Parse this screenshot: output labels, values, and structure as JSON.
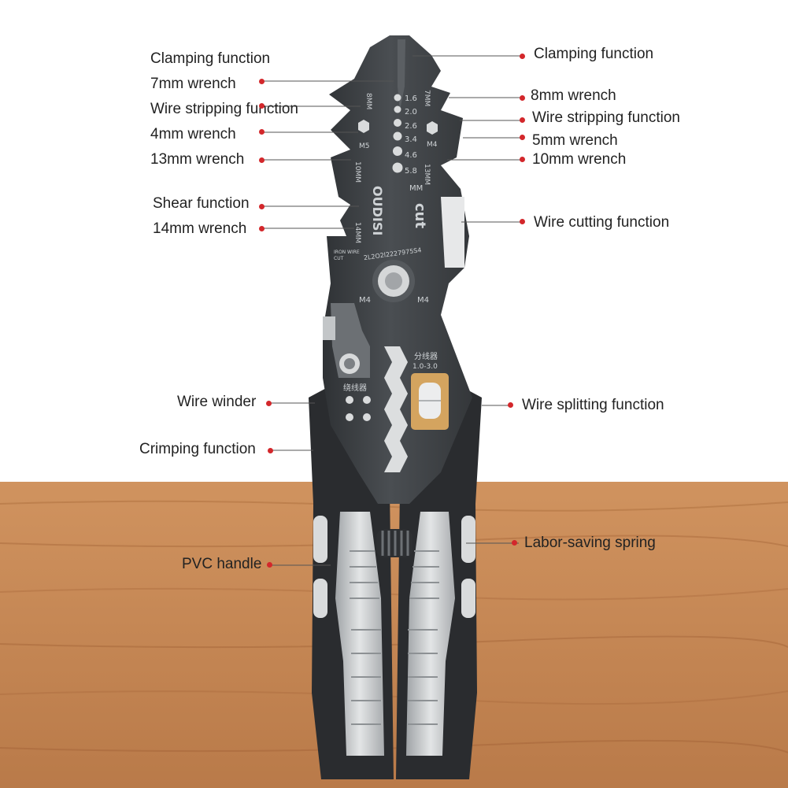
{
  "colors": {
    "background": "#ffffff",
    "wood": "#c9895a",
    "wood_dark": "#a86a3e",
    "tool_metal": "#3d4043",
    "handle_black": "#2a2c2f",
    "handle_grey": "#c8cacc",
    "accent_dot": "#d3272b",
    "splitter_gold": "#d4a45f"
  },
  "tool": {
    "brand": "OUDISI",
    "cut": "cut",
    "sizes": [
      "1.6",
      "2.0",
      "2.6",
      "3.4",
      "4.6",
      "5.8"
    ],
    "unit": "MM",
    "mark_8mm": "8MM",
    "mark_7mm": "7MM",
    "mark_m5": "M5",
    "mark_m4_hex": "M4",
    "mark_10mm": "10MM",
    "mark_13mm": "13MM",
    "mark_14mm": "14MM",
    "iron_wire": "IRON WIRE",
    "iron_cut": "CUT",
    "arc_numbers": "2L2O2l2227975S4",
    "m4_left": "M4",
    "m4_right": "M4",
    "winder_cn": "绕线器",
    "splitter_cn": "分线器",
    "splitter_range": "1.0-3.0"
  },
  "labels": {
    "clamping_left": "Clamping function",
    "wrench_7mm": "7mm wrench",
    "stripping_left": "Wire stripping function",
    "wrench_4mm": "4mm wrench",
    "wrench_13mm": "13mm wrench",
    "shear": "Shear function",
    "wrench_14mm": "14mm wrench",
    "clamping_right": "Clamping function",
    "wrench_8mm": "8mm wrench",
    "stripping_right": "Wire stripping function",
    "wrench_5mm": "5mm wrench",
    "wrench_10mm": "10mm wrench",
    "wire_cutting": "Wire cutting function",
    "wire_winder": "Wire winder",
    "wire_splitting": "Wire splitting function",
    "crimping": "Crimping function",
    "spring": "Labor-saving spring",
    "pvc_handle": "PVC handle"
  }
}
